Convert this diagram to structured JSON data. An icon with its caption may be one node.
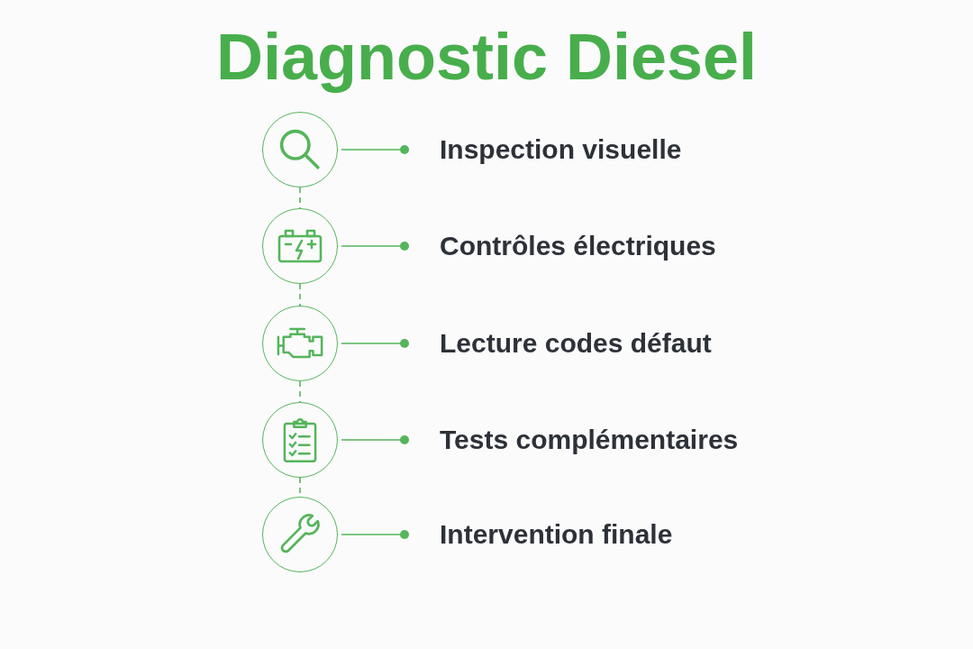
{
  "diagram": {
    "title": "Diagnostic Diesel",
    "nodes": [
      {
        "text": [],
        "shape": "circle"
      },
      {
        "text": [
          "Inspection visuelle"
        ]
      },
      {
        "text": [],
        "shape": "circle"
      },
      {
        "text": [
          "Contrôles électriques"
        ]
      },
      {
        "text": [],
        "shape": "circle"
      },
      {
        "text": [
          "Lecture codes défaut"
        ]
      },
      {
        "text": [],
        "shape": "circle"
      },
      {
        "text": [
          "Tests complémentaires"
        ]
      },
      {
        "text": [],
        "shape": "circle"
      },
      {
        "text": [
          "Intervention finale"
        ]
      }
    ],
    "edges": [
      {
        "from": 0,
        "to": 1,
        "arrow": "other"
      },
      {
        "from": 2,
        "to": 3,
        "arrow": "other"
      },
      {
        "from": 4,
        "to": 5,
        "arrow": "other"
      },
      {
        "from": 6,
        "to": 7,
        "arrow": "other"
      },
      {
        "from": 8,
        "to": 9,
        "arrow": "other"
      },
      {
        "from": 0,
        "to": 2,
        "arrow": "none",
        "style": "dashed"
      },
      {
        "from": 2,
        "to": 4,
        "arrow": "none",
        "style": "dashed"
      },
      {
        "from": 4,
        "to": 6,
        "arrow": "none",
        "style": "dashed"
      },
      {
        "from": 6,
        "to": 8,
        "arrow": "none",
        "style": "dashed"
      }
    ]
  }
}
